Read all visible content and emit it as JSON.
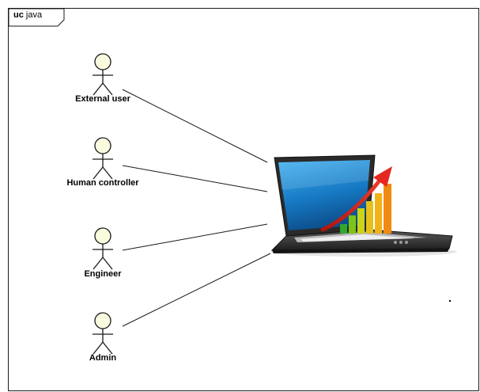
{
  "diagram": {
    "frame": {
      "kind": "uc",
      "name": "java"
    },
    "actors": [
      {
        "id": "external-user",
        "label": "External user"
      },
      {
        "id": "human-controller",
        "label": "Human controller"
      },
      {
        "id": "engineer",
        "label": "Engineer"
      },
      {
        "id": "admin",
        "label": "Admin"
      }
    ],
    "system_image": "laptop-with-growth-chart",
    "colors": {
      "line": "#1a1a1a",
      "actor_fill": "#fbfbe0",
      "screen": "#1e8fd8",
      "arrow": "#d0221c",
      "bars": [
        "#31a82b",
        "#7cc418",
        "#c9d41a",
        "#f2b21a",
        "#f08a12"
      ]
    }
  }
}
